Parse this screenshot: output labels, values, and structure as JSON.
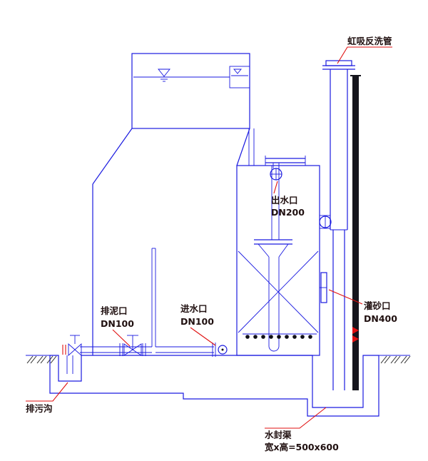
{
  "page": {
    "type": "technical-drawing",
    "subject": "siphon sand filter tank sectional drawing"
  },
  "colors": {
    "drawing_line": "#1a1ae0",
    "annotation_leader": "#e01010",
    "label_text": "#201010",
    "concrete_stipple": "#8d8d8d",
    "dark_pipe": "#15151d"
  },
  "annotations": {
    "siphon_backwash": {
      "label": "虹吸反洗管"
    },
    "outlet": {
      "label": "出水口",
      "size": "DN200"
    },
    "sludge": {
      "label": "排泥口",
      "size": "DN100"
    },
    "inlet": {
      "label": "进水口",
      "size": "DN100"
    },
    "sand_port": {
      "label": "灌砂口",
      "size": "DN400"
    },
    "drain_ditch": {
      "label": "排污沟"
    },
    "water_seal": {
      "label": "水封渠",
      "dimensions": "宽x高=500x600"
    }
  }
}
